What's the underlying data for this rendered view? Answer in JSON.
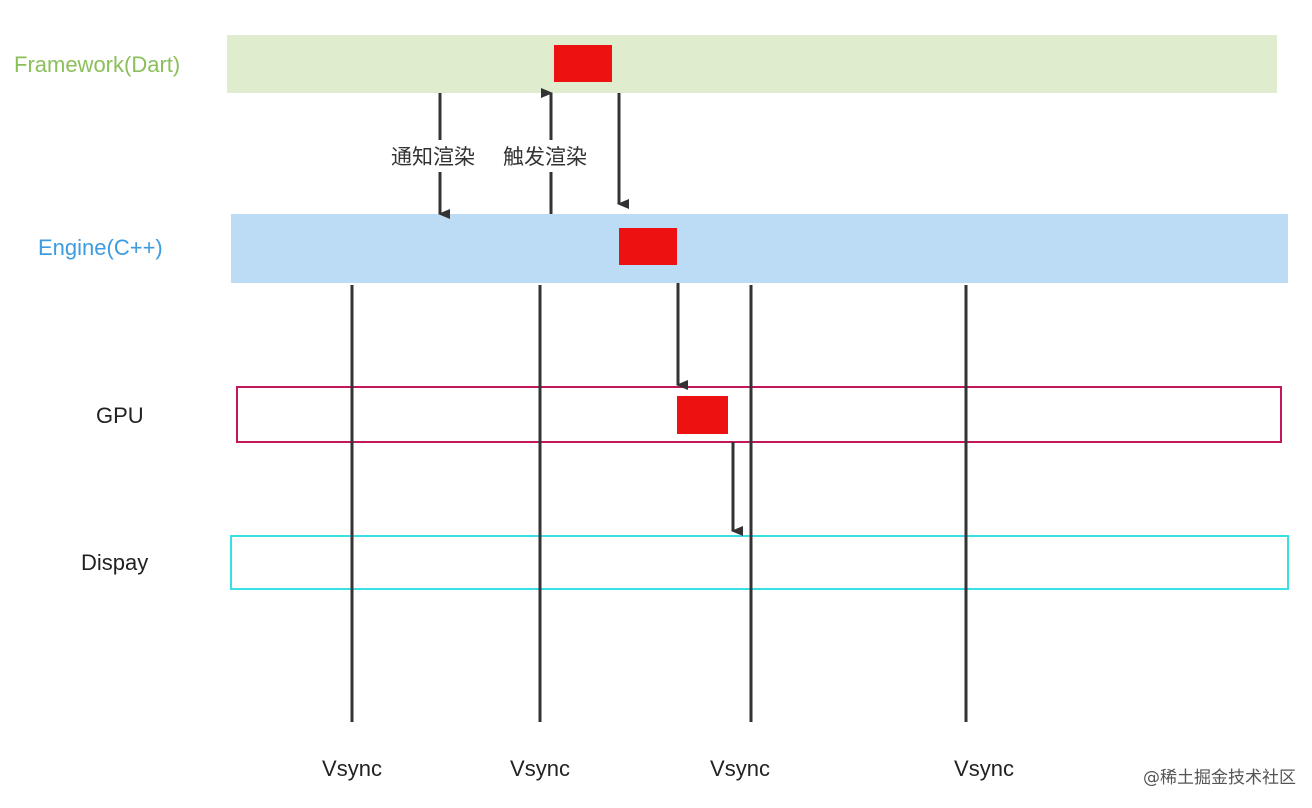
{
  "rows": {
    "framework": {
      "label": "Framework(Dart)",
      "label_color": "#8bbf5a",
      "band_color": "#dfeccd"
    },
    "engine": {
      "label": "Engine(C++)",
      "label_color": "#3d9be0",
      "band_color": "#bcdcf5"
    },
    "gpu": {
      "label": "GPU",
      "label_color": "#222222",
      "border_color": "#c2185b"
    },
    "display": {
      "label": "Dispay",
      "label_color": "#222222",
      "border_color": "#38e0e6"
    }
  },
  "task_color": "#ee1111",
  "arrows": {
    "notify_render": "通知渲染",
    "trigger_render": "触发渲染"
  },
  "vsync": {
    "label": "Vsync",
    "count": 4
  },
  "watermark": "@稀土掘金技术社区"
}
